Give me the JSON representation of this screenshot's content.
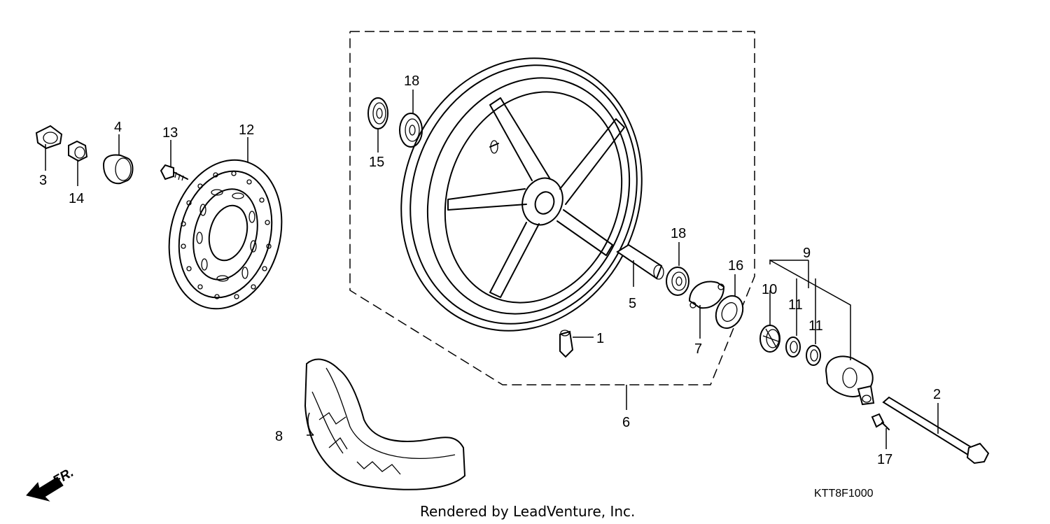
{
  "diagram_code": "KTT8F1000",
  "credit": "Rendered by LeadVenture, Inc.",
  "direction_label": "FR.",
  "callouts": {
    "c1": "1",
    "c2": "2",
    "c3": "3",
    "c4": "4",
    "c5": "5",
    "c6": "6",
    "c7": "7",
    "c8": "8",
    "c9": "9",
    "c10": "10",
    "c11a": "11",
    "c11b": "11",
    "c12": "12",
    "c13": "13",
    "c14": "14",
    "c15": "15",
    "c16": "16",
    "c17": "17",
    "c18a": "18",
    "c18b": "18"
  }
}
